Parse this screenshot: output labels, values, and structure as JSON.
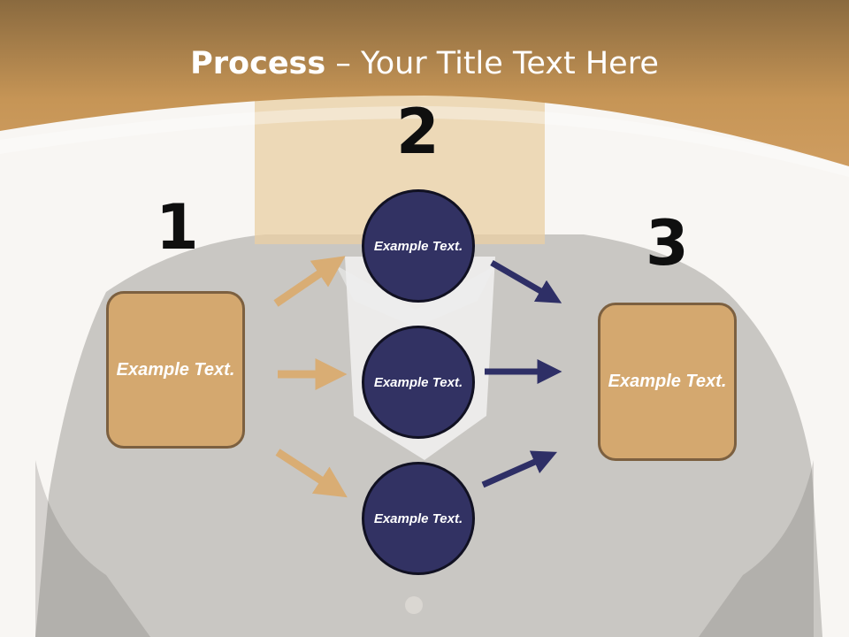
{
  "title": {
    "bold": "Process",
    "rest": " – Your Title Text Here"
  },
  "steps": [
    {
      "number": "1"
    },
    {
      "number": "2"
    },
    {
      "number": "3"
    }
  ],
  "left_box": {
    "label": "Example Text."
  },
  "right_box": {
    "label": "Example Text."
  },
  "circles": [
    {
      "label": "Example Text."
    },
    {
      "label": "Example Text."
    },
    {
      "label": "Example Text."
    }
  ],
  "colors": {
    "header": "#c8995e",
    "box_fill": "#d4a86f",
    "circle_fill": "#323263",
    "arrow_tan": "#d9ad74",
    "arrow_navy": "#2e2f66"
  }
}
